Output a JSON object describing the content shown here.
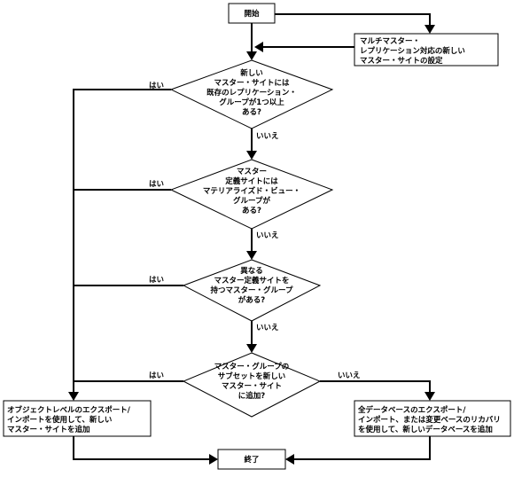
{
  "nodes": {
    "start": "開始",
    "setup": [
      "マルチマスター・",
      "レプリケーション対応の新しい",
      "マスター・サイトの設定"
    ],
    "q1": [
      "新しい",
      "マスター・サイトには",
      "既存のレプリケーション・",
      "グループが1つ以上",
      "ある?"
    ],
    "q2": [
      "マスター",
      "定義サイトには",
      "マテリアライズド・ビュー・",
      "グループが",
      "ある?"
    ],
    "q3": [
      "異なる",
      "マスター定義サイトを",
      "持つマスター・グループ",
      "がある?"
    ],
    "q4": [
      "マスター・グループの",
      "サブセットを新しい",
      "マスター・サイト",
      "に追加?"
    ],
    "left_action": [
      "オブジェクトレベルのエクスポート/",
      "インポートを使用して、新しい",
      "マスター・サイトを追加"
    ],
    "right_action": [
      "全データベースのエクスポート/",
      "インポート、または変更ベースのリカバリ",
      "を使用して、新しいデータベースを追加"
    ],
    "end": "終了"
  },
  "labels": {
    "yes": "はい",
    "no": "いいえ"
  }
}
